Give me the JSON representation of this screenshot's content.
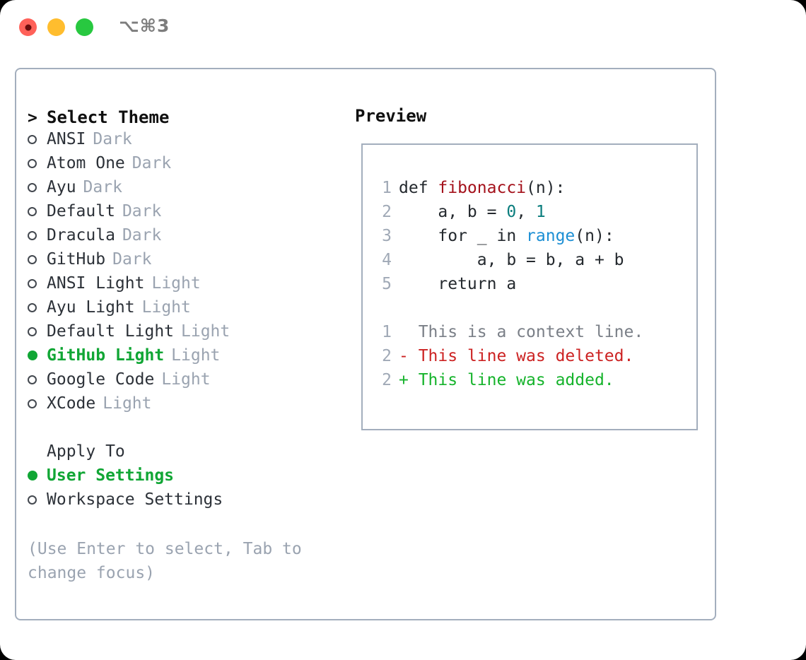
{
  "titlebar": {
    "shortcut": "⌥⌘3",
    "lights": [
      "close",
      "minimize",
      "maximize"
    ]
  },
  "theme_picker": {
    "header": {
      "marker": ">",
      "label": "Select Theme"
    },
    "items": [
      {
        "label": "ANSI",
        "tag": "Dark",
        "selected": false
      },
      {
        "label": "Atom One",
        "tag": "Dark",
        "selected": false
      },
      {
        "label": "Ayu",
        "tag": "Dark",
        "selected": false
      },
      {
        "label": "Default",
        "tag": "Dark",
        "selected": false
      },
      {
        "label": "Dracula",
        "tag": "Dark",
        "selected": false
      },
      {
        "label": "GitHub",
        "tag": "Dark",
        "selected": false
      },
      {
        "label": "ANSI Light",
        "tag": "Light",
        "selected": false
      },
      {
        "label": "Ayu Light",
        "tag": "Light",
        "selected": false
      },
      {
        "label": "Default Light",
        "tag": "Light",
        "selected": false
      },
      {
        "label": "GitHub Light",
        "tag": "Light",
        "selected": true
      },
      {
        "label": "Google Code",
        "tag": "Light",
        "selected": false
      },
      {
        "label": "XCode",
        "tag": "Light",
        "selected": false
      }
    ]
  },
  "apply_to": {
    "title": "Apply To",
    "options": [
      {
        "label": "User Settings",
        "selected": true
      },
      {
        "label": "Workspace Settings",
        "selected": false
      }
    ]
  },
  "hint": "(Use Enter to select, Tab to change focus)",
  "preview": {
    "title": "Preview",
    "code_lines": [
      {
        "no": "1",
        "tokens": [
          {
            "t": "def ",
            "c": "kw"
          },
          {
            "t": "fibonacci",
            "c": "fn"
          },
          {
            "t": "(n):",
            "c": "plain"
          }
        ]
      },
      {
        "no": "2",
        "tokens": [
          {
            "t": "    a, b = ",
            "c": "plain"
          },
          {
            "t": "0",
            "c": "num"
          },
          {
            "t": ", ",
            "c": "plain"
          },
          {
            "t": "1",
            "c": "num"
          }
        ]
      },
      {
        "no": "3",
        "tokens": [
          {
            "t": "    for ",
            "c": "kw"
          },
          {
            "t": "_ ",
            "c": "plain"
          },
          {
            "t": "in ",
            "c": "kw"
          },
          {
            "t": "range",
            "c": "bi"
          },
          {
            "t": "(n):",
            "c": "plain"
          }
        ]
      },
      {
        "no": "4",
        "tokens": [
          {
            "t": "        a, b = b, a + b",
            "c": "plain"
          }
        ]
      },
      {
        "no": "5",
        "tokens": [
          {
            "t": "    return a",
            "c": "kw"
          }
        ]
      }
    ],
    "diff_lines": [
      {
        "no": "1",
        "sign": " ",
        "text": "This is a context line.",
        "kind": "ctx"
      },
      {
        "no": "2",
        "sign": "-",
        "text": "This line was deleted.",
        "kind": "del"
      },
      {
        "no": "2",
        "sign": "+",
        "text": "This line was added.",
        "kind": "add"
      }
    ]
  },
  "colors": {
    "selected_green": "#11a635",
    "border": "#a3aebd",
    "muted": "#9aa3b0",
    "diff_add": "#15b32b",
    "diff_del": "#cc2222",
    "fn": "#a4111b",
    "num": "#0a7d7d",
    "builtin": "#1c8fd4"
  }
}
